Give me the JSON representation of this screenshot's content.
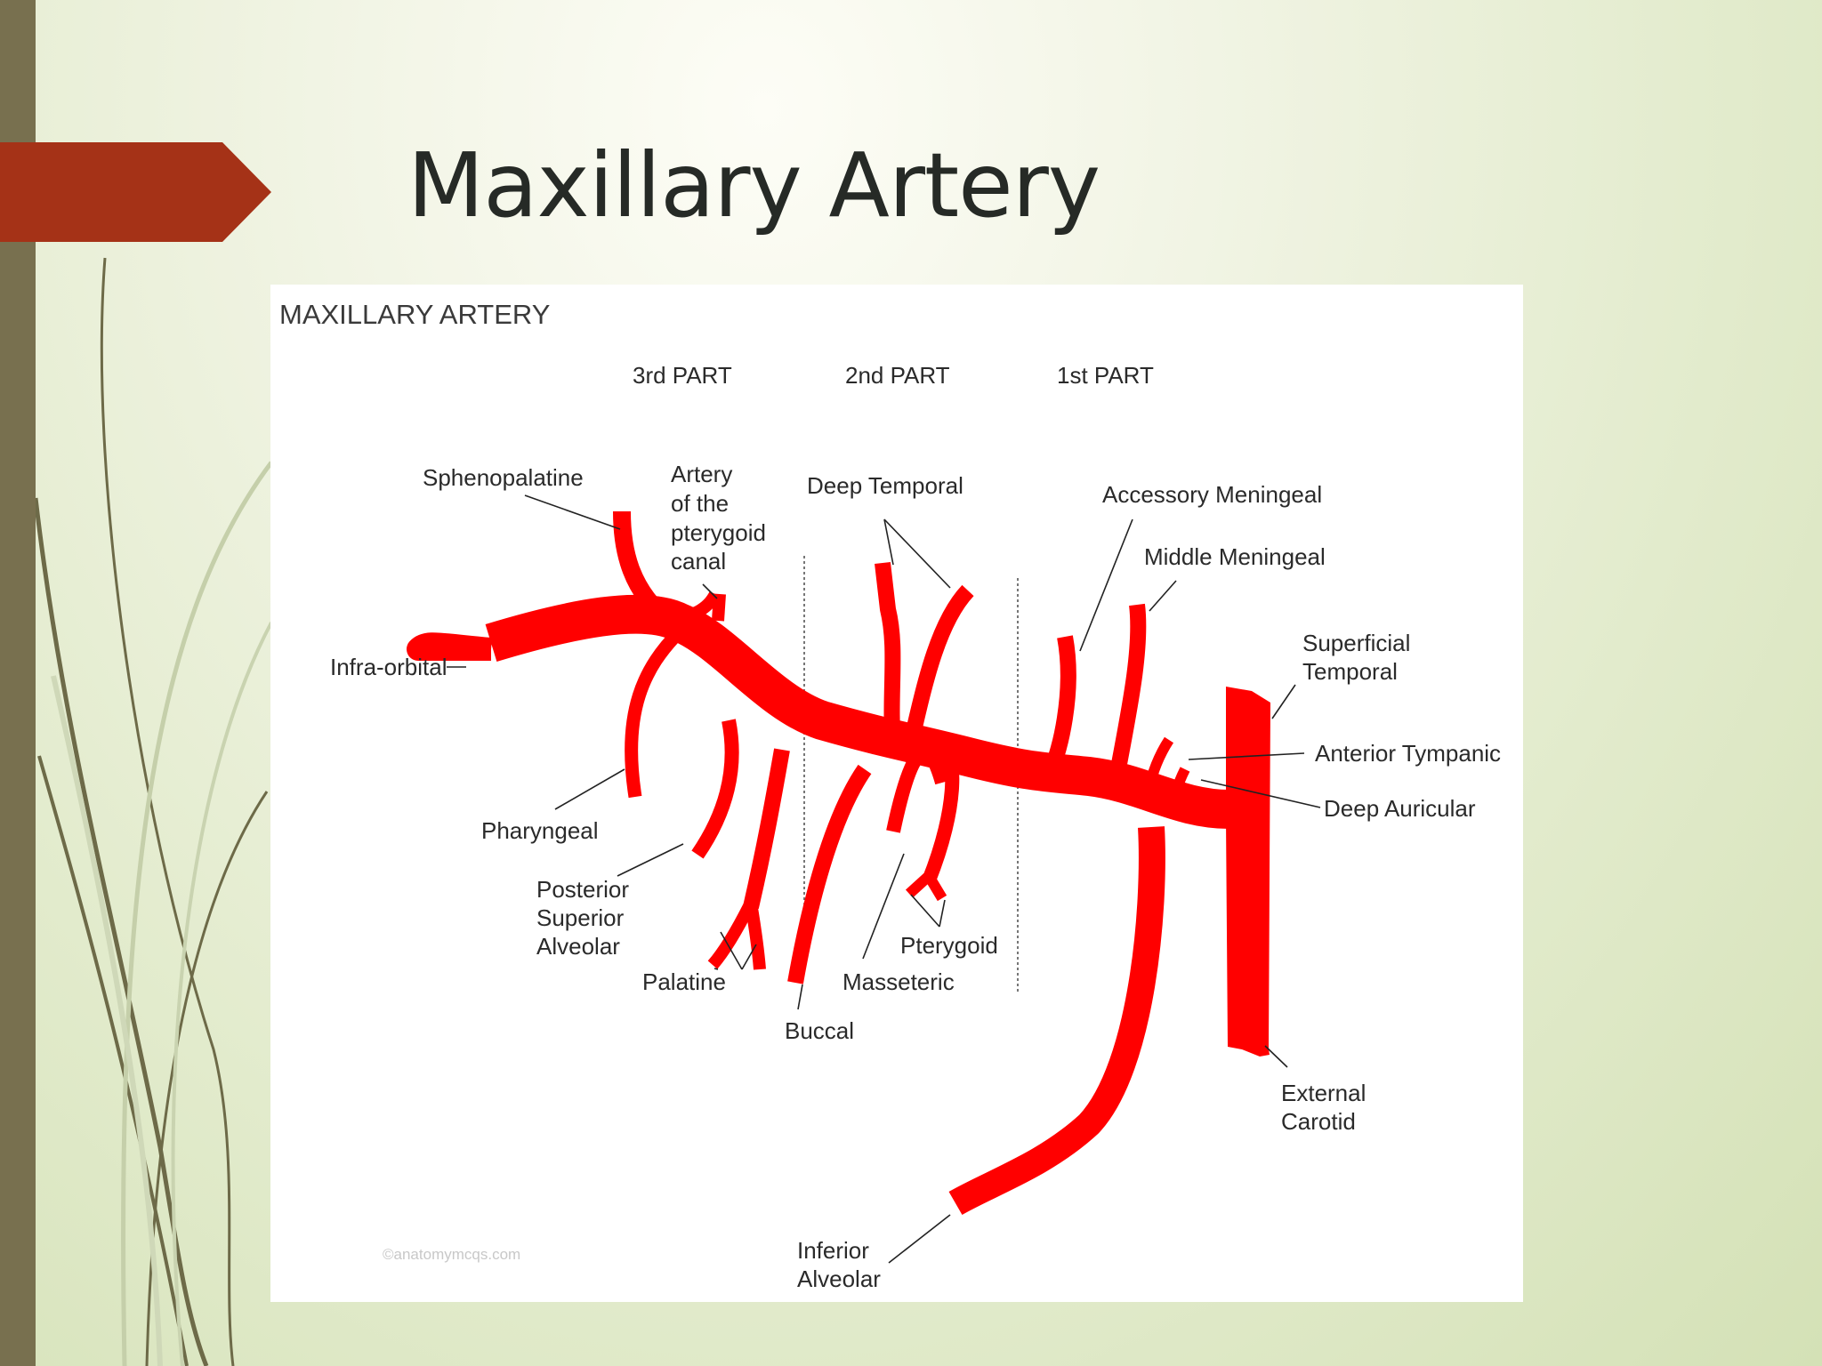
{
  "slide": {
    "title": "Maxillary Artery",
    "colors": {
      "accent_arrow": "#a53217",
      "left_bar": "#78704f",
      "background": "#e6eed3",
      "artery": "#ff0000"
    }
  },
  "figure": {
    "title": "MAXILLARY ARTERY",
    "parts": [
      "3rd PART",
      "2nd PART",
      "1st PART"
    ],
    "watermark": "©anatomymcqs.com",
    "labels": {
      "sphenopalatine": "Sphenopalatine",
      "pterygoid_canal": [
        "Artery",
        "of the",
        "pterygoid",
        "canal"
      ],
      "deep_temporal": "Deep Temporal",
      "accessory_meningeal": "Accessory Meningeal",
      "middle_meningeal": "Middle Meningeal",
      "superficial_temporal": [
        "Superficial",
        "Temporal"
      ],
      "anterior_tympanic": "Anterior Tympanic",
      "deep_auricular": "Deep Auricular",
      "infra_orbital": "Infra-orbital",
      "pharyngeal": "Pharyngeal",
      "posterior_superior_alveolar": [
        "Posterior",
        "Superior",
        "Alveolar"
      ],
      "palatine": "Palatine",
      "buccal": "Buccal",
      "masseteric": "Masseteric",
      "pterygoid": "Pterygoid",
      "external_carotid": [
        "External",
        "Carotid"
      ],
      "inferior_alveolar": [
        "Inferior",
        "Alveolar"
      ]
    }
  }
}
